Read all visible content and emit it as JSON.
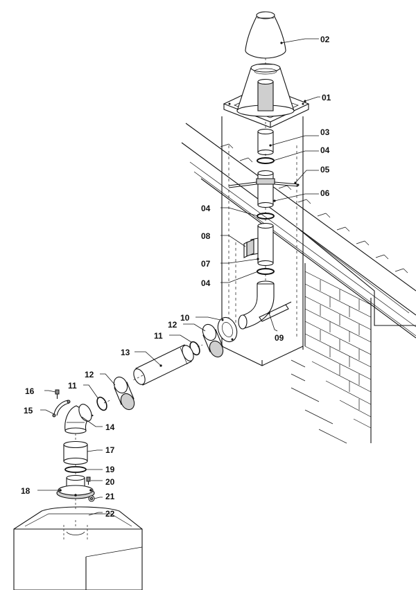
{
  "callouts": [
    {
      "id": "01",
      "text": "01"
    },
    {
      "id": "02",
      "text": "02"
    },
    {
      "id": "03",
      "text": "03"
    },
    {
      "id": "04a",
      "text": "04"
    },
    {
      "id": "05",
      "text": "05"
    },
    {
      "id": "06",
      "text": "06"
    },
    {
      "id": "04b",
      "text": "04"
    },
    {
      "id": "08",
      "text": "08"
    },
    {
      "id": "07",
      "text": "07"
    },
    {
      "id": "04c",
      "text": "04"
    },
    {
      "id": "10",
      "text": "10"
    },
    {
      "id": "09",
      "text": "09"
    },
    {
      "id": "12a",
      "text": "12"
    },
    {
      "id": "11a",
      "text": "11"
    },
    {
      "id": "13",
      "text": "13"
    },
    {
      "id": "12b",
      "text": "12"
    },
    {
      "id": "11b",
      "text": "11"
    },
    {
      "id": "16",
      "text": "16"
    },
    {
      "id": "15",
      "text": "15"
    },
    {
      "id": "14",
      "text": "14"
    },
    {
      "id": "17",
      "text": "17"
    },
    {
      "id": "19",
      "text": "19"
    },
    {
      "id": "20",
      "text": "20"
    },
    {
      "id": "18",
      "text": "18"
    },
    {
      "id": "21",
      "text": "21"
    },
    {
      "id": "22",
      "text": "22"
    }
  ]
}
